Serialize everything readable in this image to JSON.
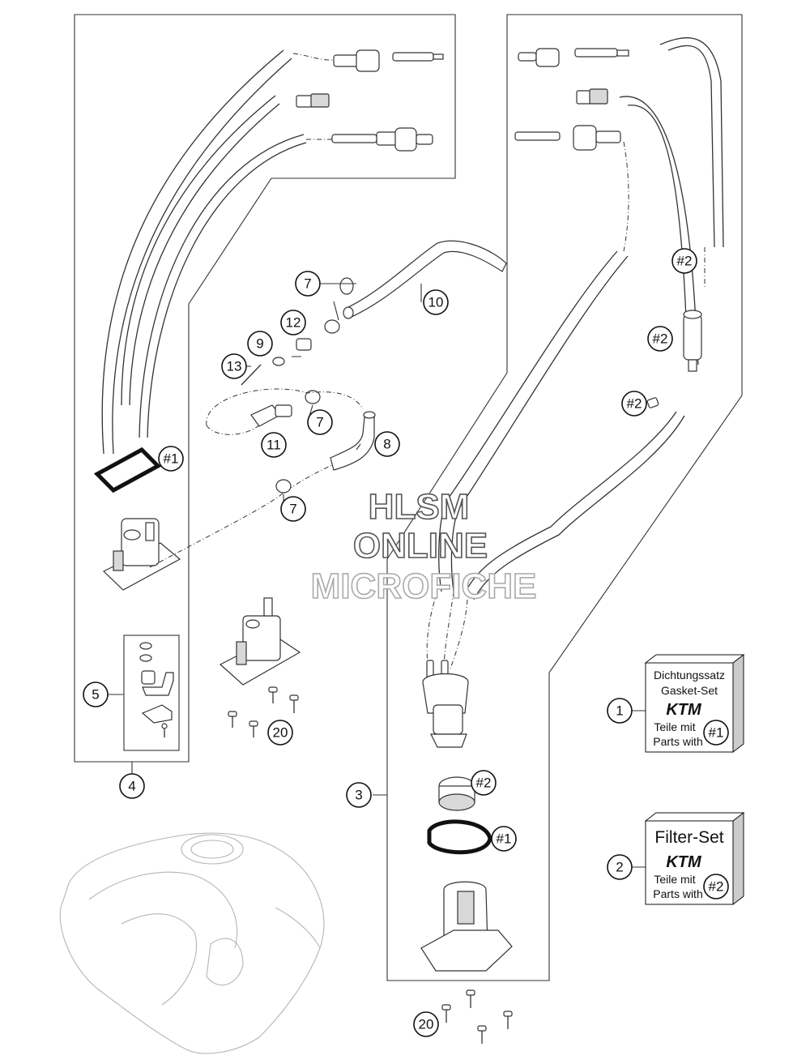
{
  "callouts": {
    "c1": "1",
    "c2": "2",
    "c3": "3",
    "c4": "4",
    "c5": "5",
    "c7a": "7",
    "c7b": "7",
    "c7c": "7",
    "c8": "8",
    "c9": "9",
    "c10": "10",
    "c11": "11",
    "c12": "12",
    "c13": "13",
    "c20a": "20",
    "c20b": "20",
    "g1a": "#1",
    "g1b": "#1",
    "g2a": "#2",
    "g2b": "#2",
    "g2c": "#2",
    "g2d": "#2"
  },
  "kits": {
    "gasket": {
      "line1": "Dichtungssatz",
      "line2": "Gasket-Set",
      "brand": "KTM",
      "teile": "Teile mit",
      "parts": "Parts with",
      "ref": "#1"
    },
    "filter": {
      "title": "Filter-Set",
      "brand": "KTM",
      "teile": "Teile mit",
      "parts": "Parts with",
      "ref": "#2"
    }
  },
  "watermark": {
    "line1": "HLSM",
    "line2": "ONLINE",
    "line3": "MICROFICHE"
  }
}
